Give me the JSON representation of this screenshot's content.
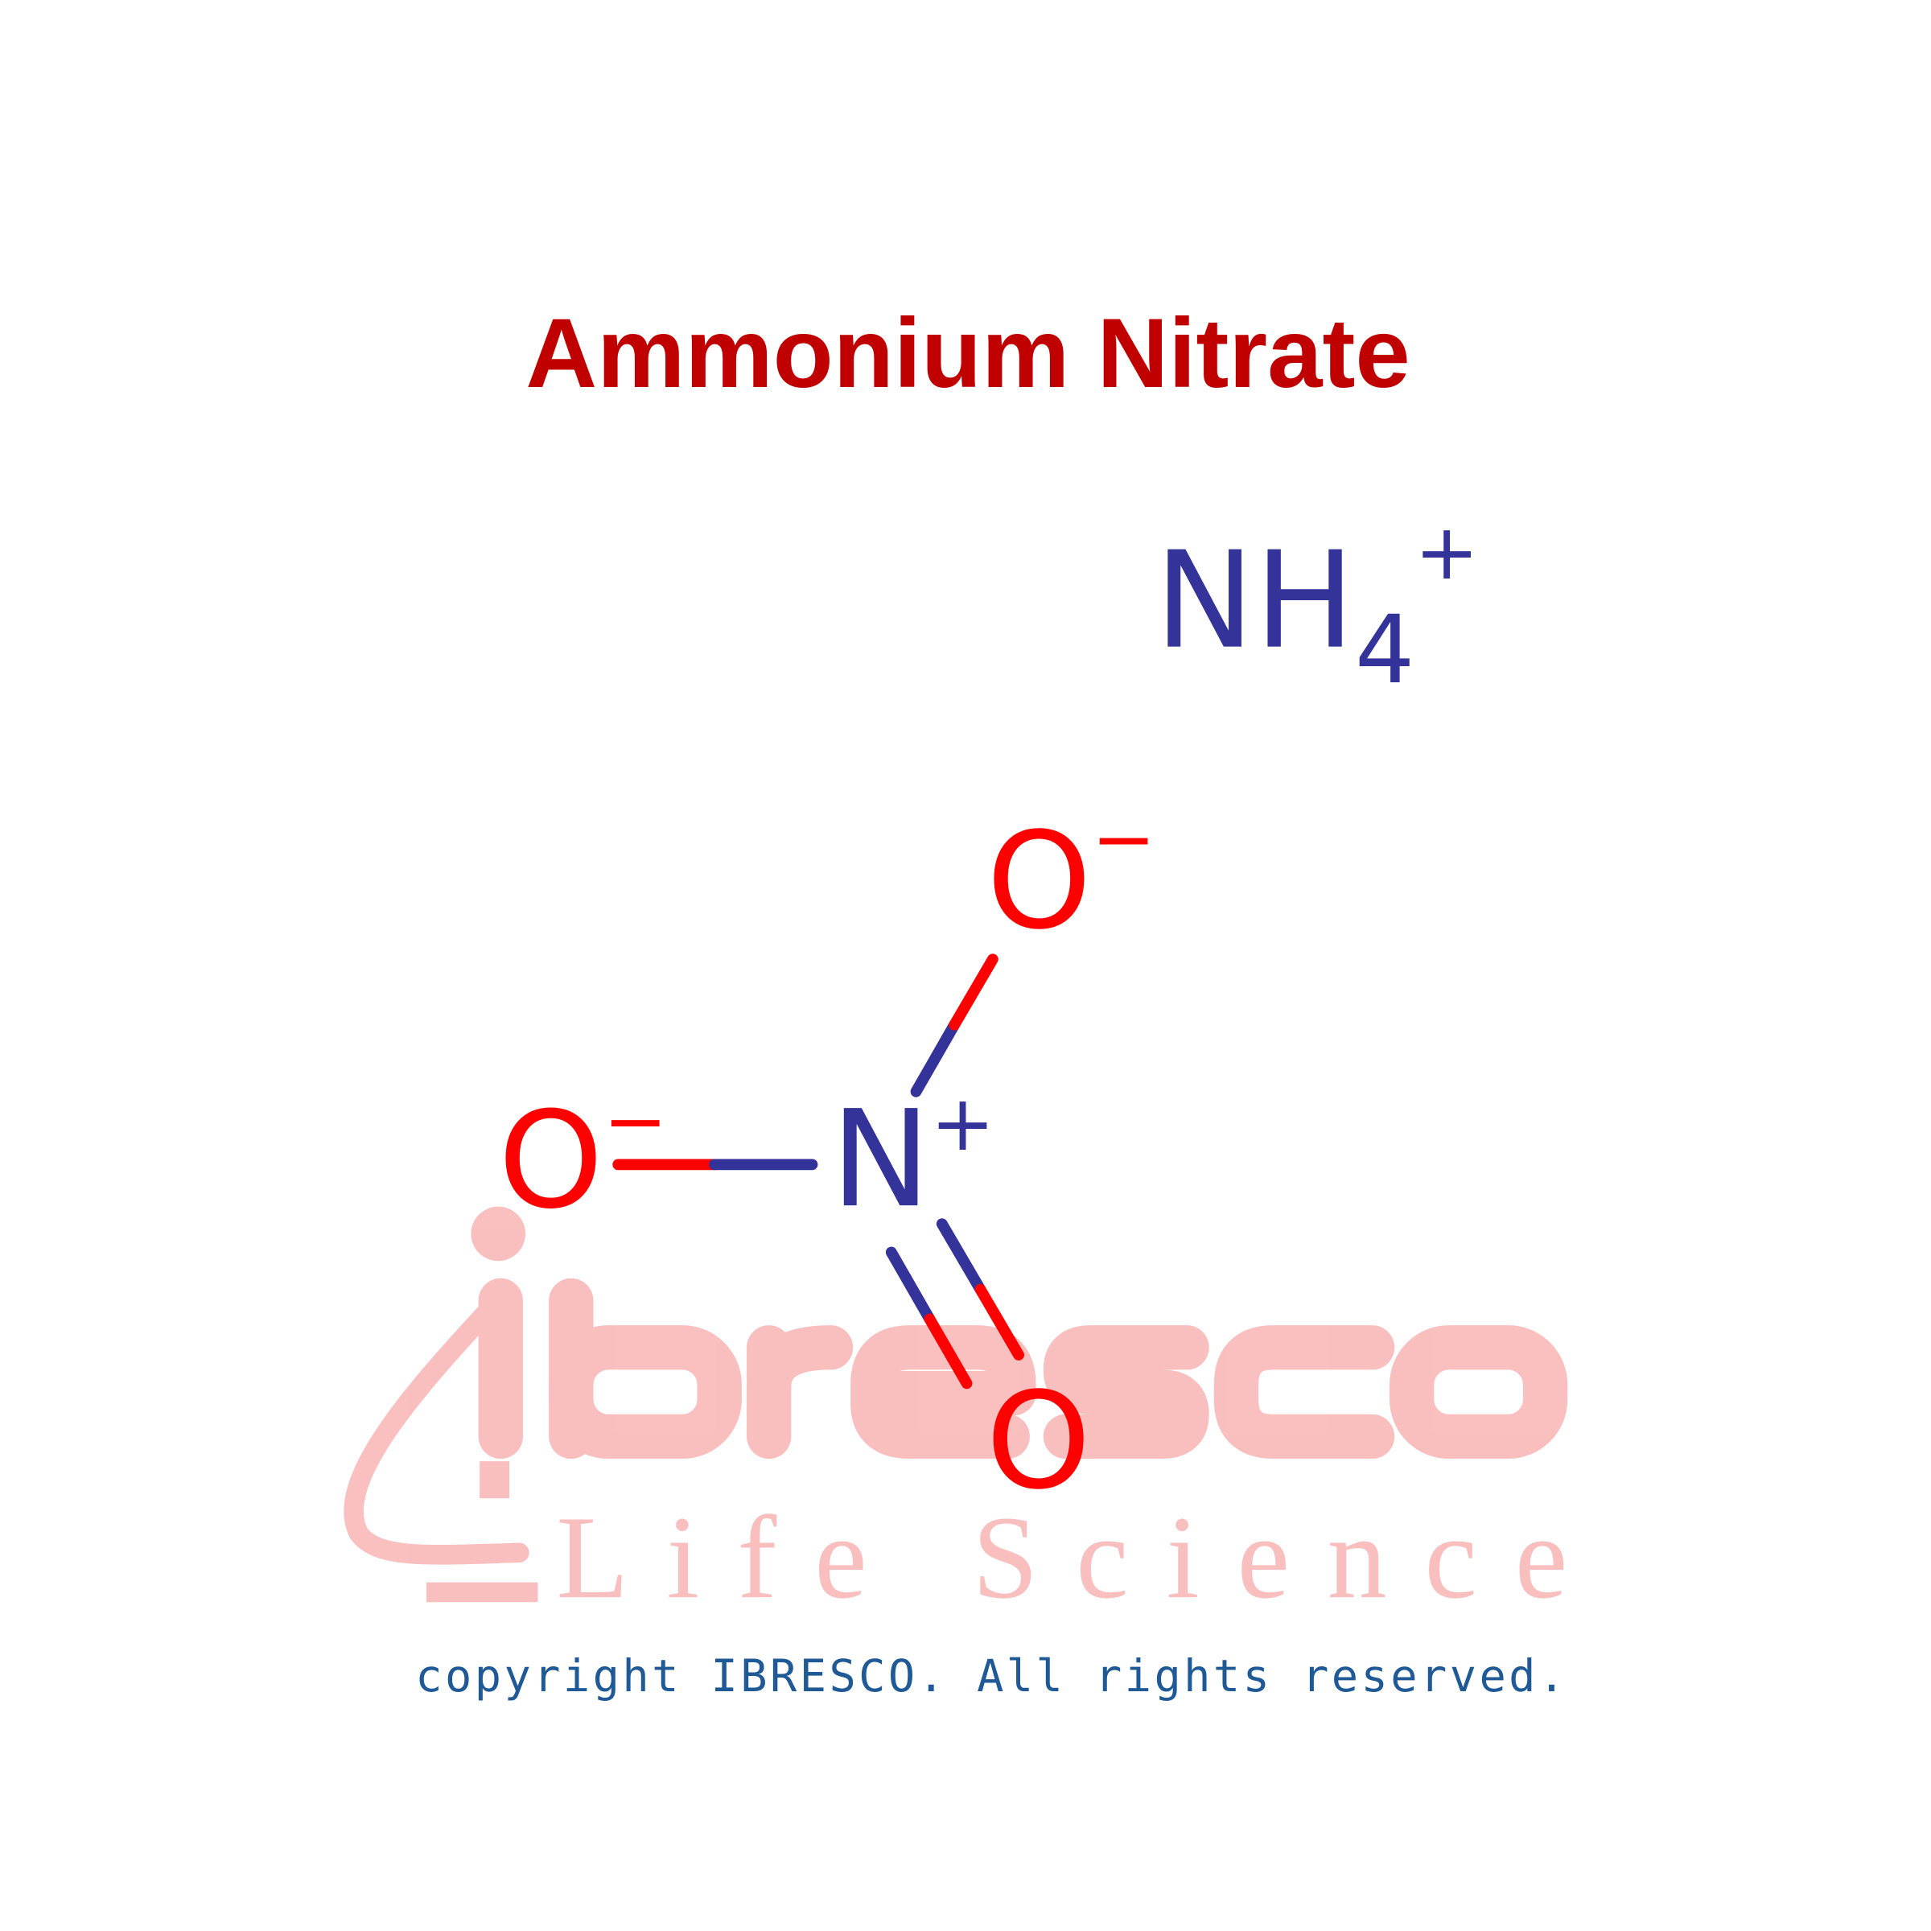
{
  "title": "Ammonium Nitrate",
  "cation": {
    "symbol": "NH",
    "subscript": "4",
    "charge": "+"
  },
  "anion": {
    "center": {
      "symbol": "N",
      "charge": "+"
    },
    "oxygen_top": {
      "symbol": "O",
      "charge": "−"
    },
    "oxygen_left": {
      "symbol": "O",
      "charge": "−"
    },
    "oxygen_bottom": {
      "symbol": "O"
    }
  },
  "watermark": {
    "brand": "ibresco",
    "tagline": "Life Science"
  },
  "copyright": "copyright IBRESCO. All rights reserved.",
  "colors": {
    "title": "#c00000",
    "nitrogen": "#333399",
    "oxygen": "#ff0000",
    "watermark": "#f7a8a8",
    "copyright": "#1f5a96"
  }
}
